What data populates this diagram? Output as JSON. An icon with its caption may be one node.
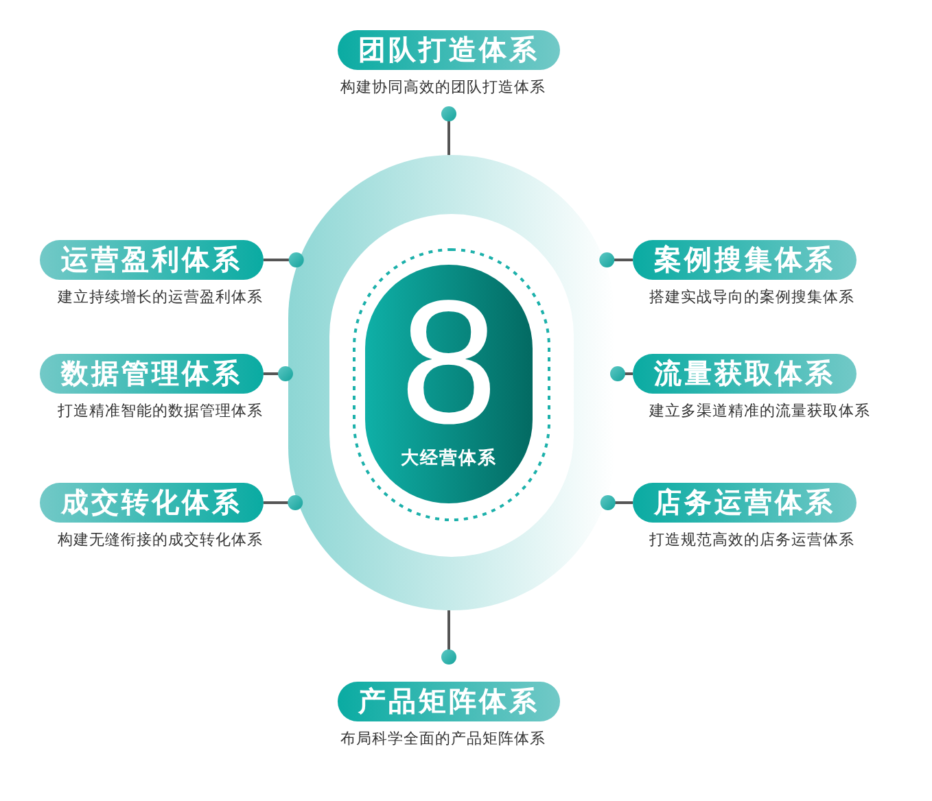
{
  "diagram": {
    "nodes": [
      {
        "text": [],
        "shape": "oval"
      },
      {
        "text": [
          "8",
          "大经营体系"
        ],
        "in": 0
      },
      {
        "text": [
          "团队打造体系"
        ],
        "beside": [
          "构建协同高效的团队打造体系"
        ]
      },
      {
        "text": [
          "运营盈利体系"
        ],
        "beside": [
          "建立持续增长的运营盈利体系"
        ]
      },
      {
        "text": [
          "案例搜集体系"
        ],
        "beside": [
          "搭建实战导向的案例搜集体系"
        ]
      },
      {
        "text": [
          "数据管理体系"
        ],
        "beside": [
          "打造精准智能的数据管理体系"
        ]
      },
      {
        "text": [
          "流量获取体系"
        ],
        "beside": [
          "建立多渠道精准的流量获取体系"
        ]
      },
      {
        "text": [
          "成交转化体系"
        ],
        "beside": [
          "构建无缝衔接的成交转化体系"
        ]
      },
      {
        "text": [
          "店务运营体系"
        ],
        "beside": [
          "打造规范高效的店务运营体系"
        ]
      },
      {
        "text": [
          "产品矩阵体系"
        ],
        "beside": [
          "布局科学全面的产品矩阵体系"
        ]
      }
    ],
    "edges": [
      {
        "from": 2,
        "to": 0,
        "arrow": "other"
      },
      {
        "from": 3,
        "to": 0,
        "arrow": "other"
      },
      {
        "from": 4,
        "to": 0,
        "arrow": "other"
      },
      {
        "from": 5,
        "to": 0,
        "arrow": "other"
      },
      {
        "from": 6,
        "to": 0,
        "arrow": "other"
      },
      {
        "from": 7,
        "to": 0,
        "arrow": "other"
      },
      {
        "from": 8,
        "to": 0,
        "arrow": "other"
      },
      {
        "from": 9,
        "to": 0,
        "arrow": "other"
      }
    ]
  }
}
